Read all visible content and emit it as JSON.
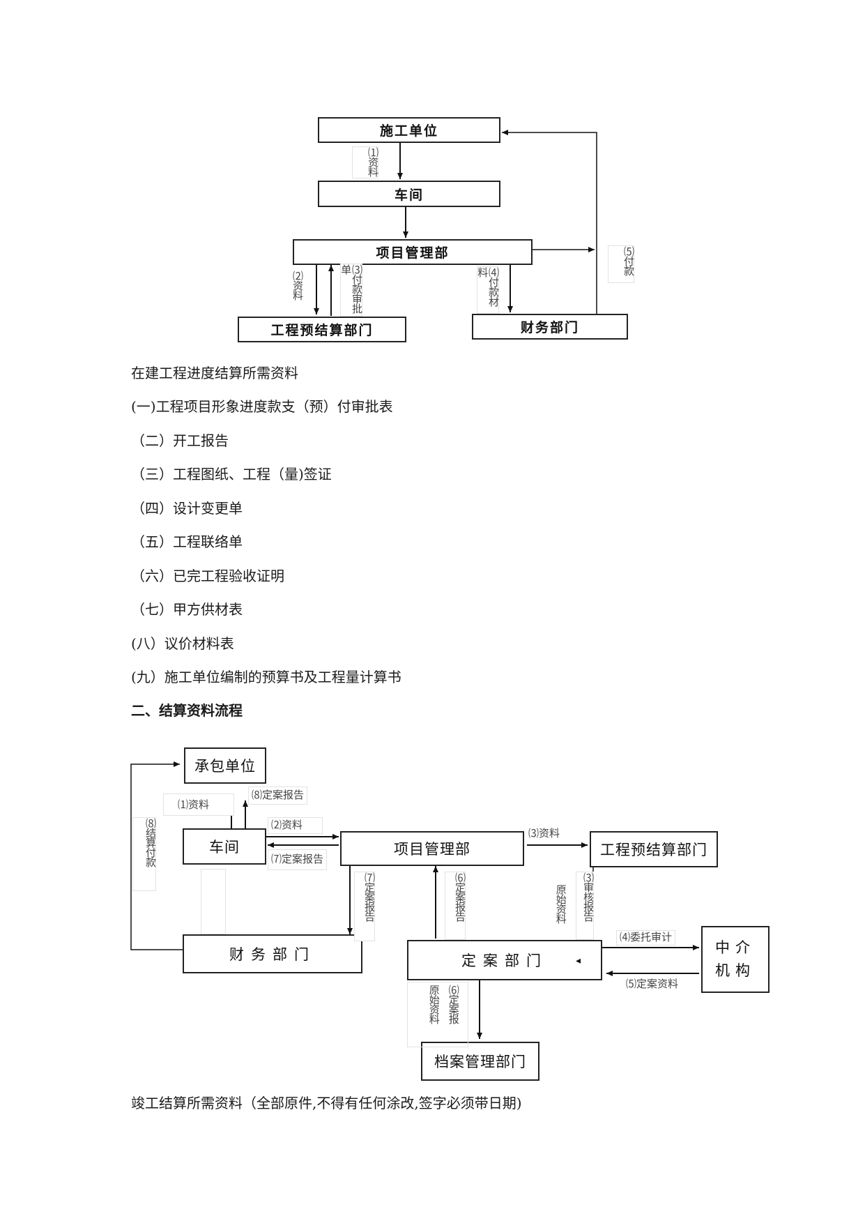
{
  "diagram1": {
    "nodes": {
      "construction_unit": "施工单位",
      "workshop": "车间",
      "project_mgmt": "项目管理部",
      "budget_dept": "工程预结算部门",
      "finance_dept": "财务部门"
    },
    "labels": {
      "l1": "⑴资料",
      "l2": "⑵资料",
      "l3": "⑶付款审批单",
      "l4": "⑷付款材料",
      "l5": "⑸付款"
    }
  },
  "text": {
    "section_title": "在建工程进度结算所需资料",
    "items": [
      "(一)工程项目形象进度款支（预）付审批表",
      "（二）开工报告",
      "（三）工程图纸、工程（量)签证",
      "（四）设计变更单",
      "（五）工程联络单",
      "（六）已完工程验收证明",
      "（七）甲方供材表",
      "(八）议价材料表",
      "(九）施工单位编制的预算书及工程量计算书"
    ],
    "heading2": "二、结算资料流程",
    "final_line": "竣工结算所需资料（全部原件,不得有任何涂改,签字必须带日期)"
  },
  "diagram2": {
    "nodes": {
      "contractor": "承包单位",
      "workshop": "车间",
      "project_mgmt": "项目管理部",
      "budget_dept": "工程预结算部门",
      "finance_dept": "财务部门",
      "filing_dept": "定案部门",
      "agency": "中介机构",
      "archive_dept": "档案管理部门"
    },
    "labels": {
      "l1": "⑴资料",
      "l8a": "⑻定案报告",
      "l2": "⑵资料",
      "l7a": "⑺定案报告",
      "l3a": "⑶资料",
      "l8b": "⑻结算付款",
      "l7b": "⑺定案报告",
      "l6a": "⑹定案报告",
      "l3b": "⑶审核报告",
      "l3b_orig": "原始资料",
      "l4": "⑷委托审计",
      "l5": "⑸定案资料",
      "l6b": "⑹定案报",
      "l6b_orig": "原始资料"
    }
  }
}
